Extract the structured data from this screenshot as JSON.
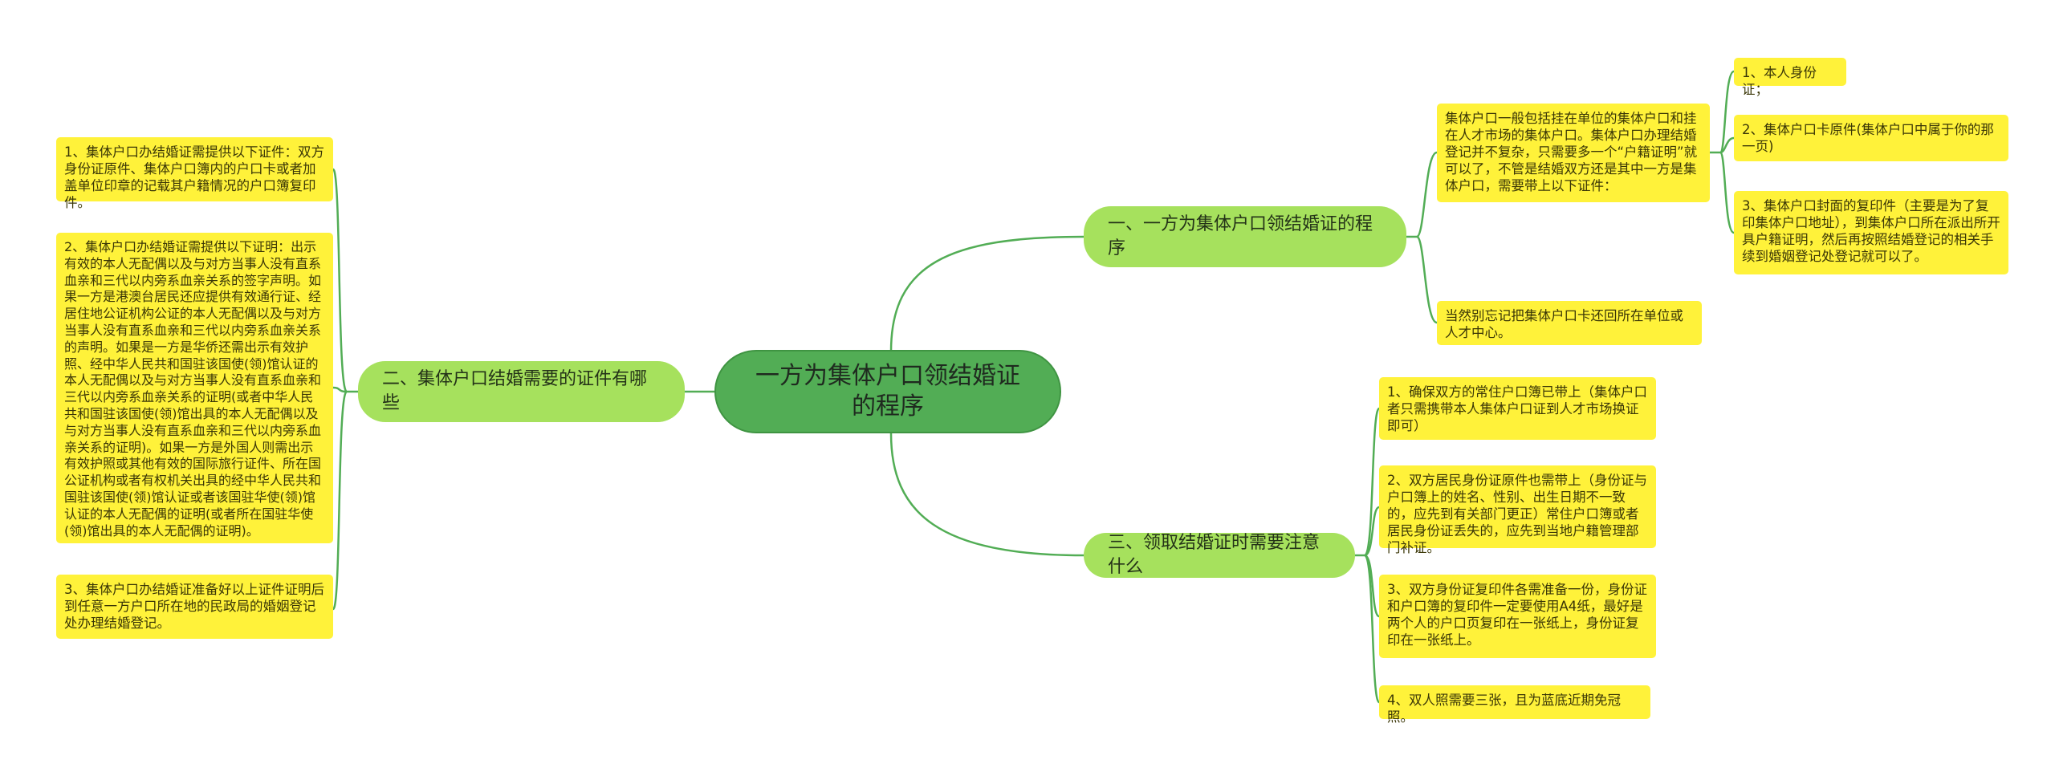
{
  "root": {
    "label": "一方为集体户口领结婚证的程序"
  },
  "branches": [
    {
      "label": "一、一方为集体户口领结婚证的程序"
    },
    {
      "label": "二、集体户口结婚需要的证件有哪些"
    },
    {
      "label": "三、领取结婚证时需要注意什么"
    }
  ],
  "b1": {
    "intro": "集体户口一般包括挂在单位的集体户口和挂在人才市场的集体户口。集体户口办理结婚登记并不复杂，只需要多一个“户籍证明”就可以了，不管是结婚双方还是其中一方是集体户口，需要带上以下证件：",
    "items": [
      "1、本人身份证；",
      "2、集体户口卡原件(集体户口中属于你的那一页)",
      "3、集体户口封面的复印件（主要是为了复印集体户口地址），到集体户口所在派出所开具户籍证明，然后再按照结婚登记的相关手续到婚姻登记处登记就可以了。"
    ],
    "note": "当然别忘记把集体户口卡还回所在单位或人才中心。"
  },
  "b2": {
    "items": [
      "1、集体户口办结婚证需提供以下证件：双方身份证原件、集体户口簿内的户口卡或者加盖单位印章的记载其户籍情况的户口簿复印件。",
      "2、集体户口办结婚证需提供以下证明：出示有效的本人无配偶以及与对方当事人没有直系血亲和三代以内旁系血亲关系的签字声明。如果一方是港澳台居民还应提供有效通行证、经居住地公证机构公证的本人无配偶以及与对方当事人没有直系血亲和三代以内旁系血亲关系的声明。如果是一方是华侨还需出示有效护照、经中华人民共和国驻该国使(领)馆认证的本人无配偶以及与对方当事人没有直系血亲和三代以内旁系血亲关系的证明(或者中华人民共和国驻该国使(领)馆出具的本人无配偶以及与对方当事人没有直系血亲和三代以内旁系血亲关系的证明)。如果一方是外国人则需出示有效护照或其他有效的国际旅行证件、所在国公证机构或者有权机关出具的经中华人民共和国驻该国使(领)馆认证或者该国驻华使(领)馆认证的本人无配偶的证明(或者所在国驻华使(领)馆出具的本人无配偶的证明)。",
      "3、集体户口办结婚证准备好以上证件证明后到任意一方户口所在地的民政局的婚姻登记处办理结婚登记。"
    ]
  },
  "b3": {
    "items": [
      "1、确保双方的常住户口簿已带上（集体户口者只需携带本人集体户口证到人才市场换证即可）",
      "2、双方居民身份证原件也需带上（身份证与户口簿上的姓名、性别、出生日期不一致的，应先到有关部门更正）常住户口簿或者居民身份证丢失的，应先到当地户籍管理部门补证。",
      "3、双方身份证复印件各需准备一份，身份证和户口簿的复印件一定要使用A4纸，最好是两个人的户口页复印在一张纸上，身份证复印在一张纸上。",
      "4、双人照需要三张，且为蓝底近期免冠照。"
    ]
  },
  "colors": {
    "root": "#52ad55",
    "branch": "#a6e15d",
    "leaf": "#fff23a",
    "connector": "#52ad55"
  }
}
